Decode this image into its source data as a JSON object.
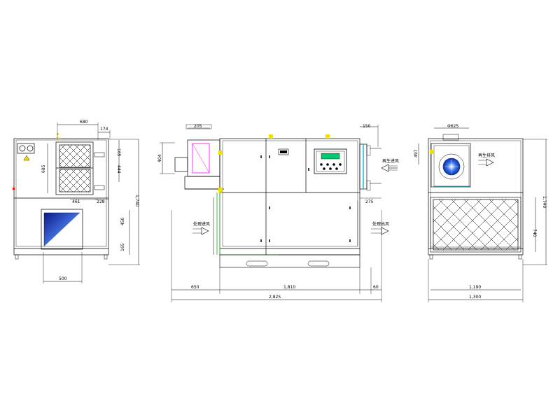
{
  "left_view": {
    "dims": {
      "top_width": "680",
      "top_right": "174",
      "right_top": "165",
      "panel_height": "685",
      "right_mid": "444",
      "inner_width": "461",
      "inner_right": "228",
      "lower_right_a": "450",
      "lower_right_b": "165",
      "overall_height": "1,740",
      "bottom_width": "500"
    }
  },
  "front_view": {
    "dims": {
      "fan_top": "205",
      "fan_height": "404",
      "right_top": "150",
      "right_mid": "275",
      "left_offset": "650",
      "body_width": "1,810",
      "right_offset": "60",
      "overall_width": "2,825"
    },
    "labels": {
      "regen_in": "再生进风",
      "process_in": "处理进风",
      "process_out": "处理出风"
    }
  },
  "right_view": {
    "dims": {
      "fan_top": "Φ625",
      "fan_height": "497",
      "overall_height": "1,740",
      "filter_height": "740",
      "inner_width": "1,190",
      "overall_width": "1,300"
    },
    "labels": {
      "regen_out": "再生排风"
    }
  },
  "colors": {
    "line": "#000000",
    "yellow": "#f0e000",
    "green": "#33cc33",
    "magenta": "#ff00ff",
    "cyan": "#00bcd4",
    "blue": "#1f3fbf",
    "red": "#ff0000"
  }
}
